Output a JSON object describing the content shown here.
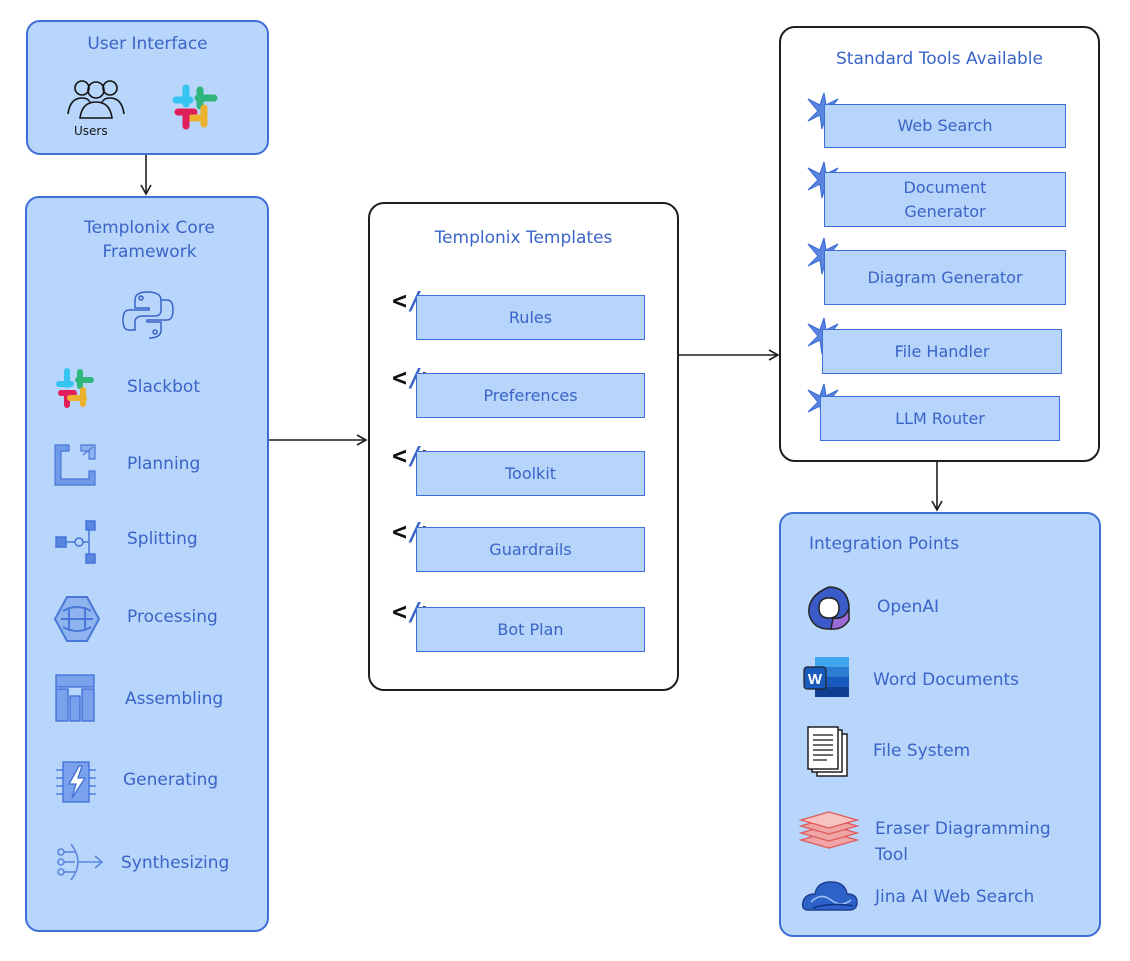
{
  "user_interface": {
    "title": "User Interface",
    "users_label": "Users"
  },
  "core": {
    "title": "Templonix Core Framework",
    "items": [
      {
        "label": "Slackbot",
        "icon": "slack-icon"
      },
      {
        "label": "Planning",
        "icon": "planning-icon"
      },
      {
        "label": "Splitting",
        "icon": "splitting-icon"
      },
      {
        "label": "Processing",
        "icon": "processing-icon"
      },
      {
        "label": "Assembling",
        "icon": "assembling-icon"
      },
      {
        "label": "Generating",
        "icon": "generating-icon"
      },
      {
        "label": "Synthesizing",
        "icon": "synthesizing-icon"
      }
    ]
  },
  "templates": {
    "title": "Templonix Templates",
    "items": [
      "Rules",
      "Preferences",
      "Toolkit",
      "Guardrails",
      "Bot Plan"
    ]
  },
  "tools": {
    "title": "Standard Tools Available",
    "items": [
      "Web Search",
      "Document Generator",
      "Diagram Generator",
      "File Handler",
      "LLM Router"
    ]
  },
  "integrations": {
    "title": "Integration Points",
    "items": [
      {
        "label": "OpenAI",
        "icon": "openai-icon"
      },
      {
        "label": "Word Documents",
        "icon": "word-icon"
      },
      {
        "label": "File System",
        "icon": "file-system-icon"
      },
      {
        "label": "Eraser Diagramming Tool",
        "icon": "eraser-icon"
      },
      {
        "label": "Jina AI Web Search",
        "icon": "jina-cloud-icon"
      }
    ]
  },
  "colors": {
    "panel_fill": "#b8d6fb",
    "panel_border": "#3f6fd6",
    "text": "#3a64c8"
  }
}
